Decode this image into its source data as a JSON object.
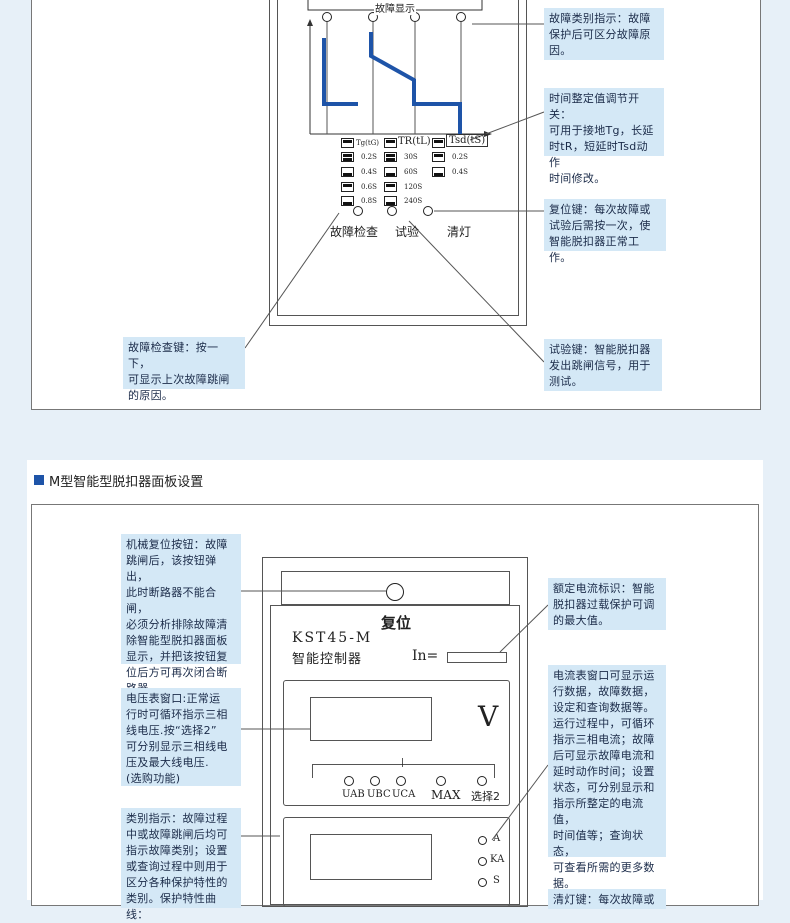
{
  "top": {
    "display_label": "故障显示",
    "bottom_labels": [
      "Tg(tG)",
      "TR(tL)",
      "Tsd(tS)"
    ],
    "col1_values": [
      "0.2S",
      "0.4S",
      "0.6S",
      "0.8S"
    ],
    "col2_values": [
      "30S",
      "60S",
      "120S",
      "240S"
    ],
    "col3_values": [
      "0.2S",
      "0.4S"
    ],
    "buttons": [
      "故障检查",
      "试验",
      "清灯"
    ],
    "callouts": {
      "fault_type": "故障类别指示：故障\n保护后可区分故障原\n因。",
      "time_setting": "时间整定值调节开关：\n可用于接地Tg，长延\n时tR，短延时Tsd动作\n时间修改。",
      "reset": "复位键：每次故障或\n试验后需按一次，使\n智能脱扣器正常工作。",
      "fault_check": "故障检查键：按一下，\n可显示上次故障跳闸\n的原因。",
      "test": "试验键：智能脱扣器\n发出跳闸信号，用于\n测试。"
    }
  },
  "section2": {
    "title": "M型智能型脱扣器面板设置",
    "device": {
      "reset_label": "复位",
      "model": "KST45-M",
      "name": "智能控制器",
      "in_label": "In=",
      "v_label": "V",
      "meter_buttons": [
        "UAB",
        "UBC",
        "UCA",
        "MAX",
        "选择2"
      ],
      "type_indicators": [
        "A",
        "KA",
        "S"
      ]
    },
    "callouts": {
      "mech_reset": "机械复位按钮：故障\n跳闸后，该按钮弹出，\n此时断路器不能合闸，\n必须分析排除故障清\n除智能型脱扣器面板\n显示，并把该按钮复\n位后方可再次闭合断\n路器。",
      "voltmeter": "电压表窗口:正常运\n行时可循环指示三相\n线电压.按“选择2”\n可分别显示三相线电\n压及最大线电压.\n(选购功能)",
      "type_indicator": "类别指示：故障过程\n中或故障跳闸后均可\n指示故障类别；设置\n或查询过程中则用于\n区分各种保护特性的\n类别。保护特性曲线：",
      "rated_current": "额定电流标识：智能\n脱扣器过载保护可调\n的最大值。",
      "ammeter": "电流表窗口可显示运\n行数据，故障数据，\n设定和查询数据等。\n运行过程中，可循环\n指示三相电流；故障\n后可显示故障电流和\n延时动作时间；设置\n状态，可分别显示和\n指示所整定的电流值，\n时间值等；查询状态，\n可查看所需的更多数\n据。",
      "clear_lamp": "清灯键：每次故障或"
    }
  },
  "colors": {
    "page_bg": "#e7f0f8",
    "callout_bg": "#d4e8f6",
    "curve_blue": "#1e54a8",
    "title_marker": "#1e54a8"
  }
}
